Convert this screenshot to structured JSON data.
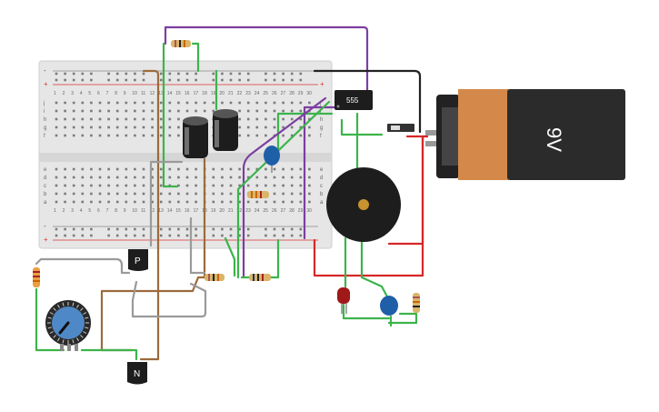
{
  "canvas": {
    "background": "#ffffff"
  },
  "breadboard": {
    "rail_plus": "+",
    "rail_minus": "-",
    "row_letters_top": [
      "j",
      "i",
      "h",
      "g",
      "f"
    ],
    "row_letters_bottom": [
      "e",
      "d",
      "c",
      "b",
      "a"
    ],
    "column_numbers": [
      "1",
      "2",
      "3",
      "4",
      "5",
      "6",
      "7",
      "8",
      "9",
      "10",
      "11",
      "12",
      "13",
      "14",
      "15",
      "16",
      "17",
      "18",
      "19",
      "20",
      "21",
      "22",
      "23",
      "24",
      "25",
      "26",
      "27",
      "28",
      "29",
      "30"
    ]
  },
  "battery": {
    "label": "9V",
    "body_color": "#2b2b2b",
    "cap_color": "#d4894a"
  },
  "ic": {
    "label": "555"
  },
  "transistors": {
    "pnp_label": "P",
    "npn_label": "N"
  },
  "colors": {
    "wire_green": "#3cb44b",
    "wire_purple": "#7b3fa0",
    "wire_red": "#d62728",
    "wire_black": "#222222",
    "wire_brown": "#9c6a3c",
    "wire_gray": "#9a9a9a",
    "capacitor_blue": "#1f5fa8",
    "led_red": "#a01818",
    "buzzer_center": "#c8922f"
  }
}
